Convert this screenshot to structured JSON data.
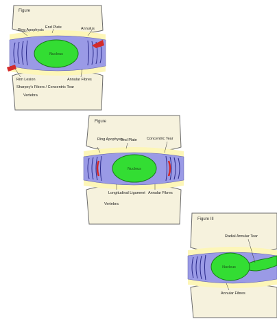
{
  "colors": {
    "bone": "#f6f2dd",
    "bone_stroke": "#6b6b6b",
    "endplate": "#fdf6b8",
    "disc": "#9a9ae6",
    "annulus_lines": "#2a2a8a",
    "nucleus": "#33dd33",
    "nucleus_stroke": "#1a7a1a",
    "tear": "#d42a2a",
    "leader": "#333333"
  },
  "stages": [
    {
      "title": "Figure",
      "core_label": "Nucleus",
      "labels": {
        "a": "Ring Apophysis",
        "b": "End Plate",
        "c": "Annulus",
        "d": "Rim Lesion",
        "e": "Sharpey's Fibers / Concentric Tear",
        "f": "Vertebra",
        "g": "Annular Fibres"
      }
    },
    {
      "title": "Figure",
      "core_label": "Nucleus",
      "labels": {
        "a": "Ring Apophysis",
        "b": "End Plate",
        "c": "Concentric Tear",
        "d": "Longitudinal Ligament",
        "e": "Annular Fibres",
        "f": "Vertebra"
      }
    },
    {
      "title": "Figure III",
      "core_label": "Nucleus",
      "labels": {
        "a": "Radial Annular Tear",
        "b": "Annular Fibres"
      }
    }
  ]
}
